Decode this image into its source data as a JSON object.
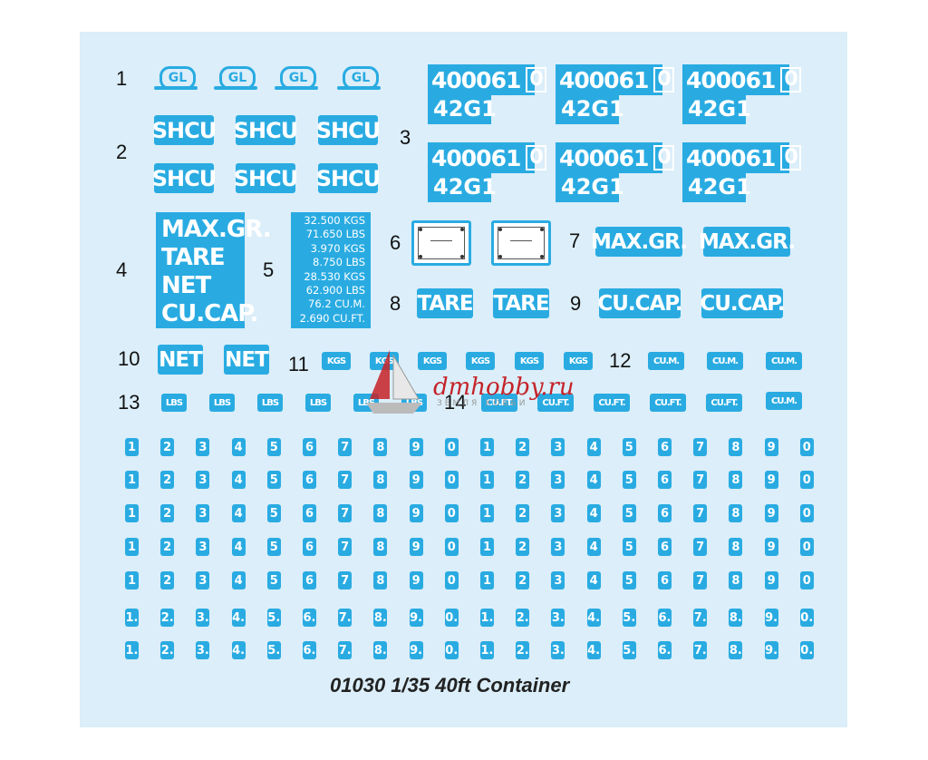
{
  "labels": {
    "n1": "1",
    "n2": "2",
    "n3": "3",
    "n4": "4",
    "n5": "5",
    "n6": "6",
    "n7": "7",
    "n8": "8",
    "n9": "9",
    "n10": "10",
    "n11": "11",
    "n12": "12",
    "n13": "13",
    "n14": "14"
  },
  "gl": "GL",
  "shcu": "SHCU",
  "code": {
    "number": "400061",
    "check": "0",
    "type": "42G1"
  },
  "block4": {
    "line1": "MAX.GR.",
    "line2": "TARE",
    "line3": "NET",
    "line4": "CU.CAP."
  },
  "block5": [
    "32.500 KGS",
    "71.650 LBS",
    "3.970 KGS",
    "8.750 LBS",
    "28.530 KGS",
    "62.900 LBS",
    "76.2 CU.M.",
    "2.690 CU.FT."
  ],
  "maxgr": "MAX.GR.",
  "tare": "TARE",
  "cucap": "CU.CAP.",
  "net": "NET",
  "kgs": "KGS",
  "cum": "CU.M.",
  "lbs": "LBS",
  "cuft": "CU.FT.",
  "digits": [
    "1",
    "2",
    "3",
    "4",
    "5",
    "6",
    "7",
    "8",
    "9",
    "0"
  ],
  "digits_dot": [
    "1.",
    "2.",
    "3.",
    "4.",
    "5.",
    "6.",
    "7.",
    "8.",
    "9.",
    "0."
  ],
  "caption": "01030 1/35 40ft Container",
  "watermark": {
    "text": "dmhobby.ru",
    "sub": "ЗЕМЛЯ ХОББИ"
  },
  "colors": {
    "decal": "#29abe2",
    "sheet": "#dbeef9",
    "watermark": "#c52228"
  }
}
